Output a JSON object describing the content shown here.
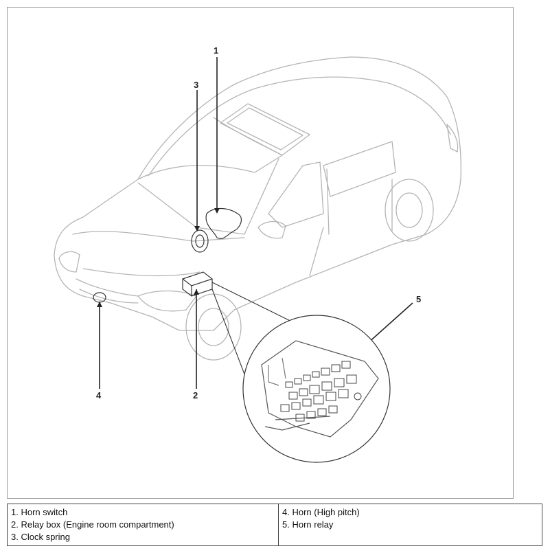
{
  "callouts": [
    {
      "number": "1"
    },
    {
      "number": "2"
    },
    {
      "number": "3"
    },
    {
      "number": "4"
    },
    {
      "number": "5"
    }
  ],
  "legend": {
    "left": [
      "1. Horn switch",
      "2. Relay box (Engine room compartment)",
      "3. Clock spring"
    ],
    "right": [
      "4. Horn (High pitch)",
      "5. Horn relay"
    ]
  },
  "colors": {
    "outline": "#b4b4b4",
    "dark_line": "#222222",
    "frame": "#9a9a9a"
  }
}
